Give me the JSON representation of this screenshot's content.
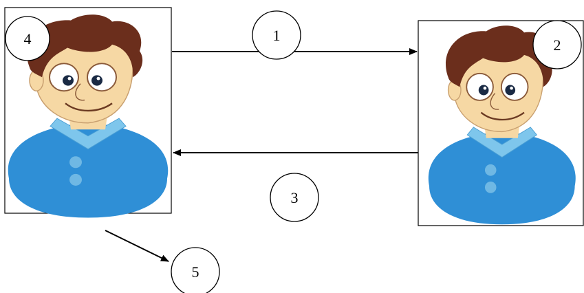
{
  "markers": [
    {
      "label": "1"
    },
    {
      "label": "2"
    },
    {
      "label": "3"
    },
    {
      "label": "4"
    },
    {
      "label": "5"
    }
  ],
  "colors": {
    "skin": "#f6d8a4",
    "hair": "#6b2e1c",
    "shirt": "#2f8fd6",
    "collar": "#7ec6ec",
    "button": "#6fb8e4",
    "outline": "#000000"
  }
}
